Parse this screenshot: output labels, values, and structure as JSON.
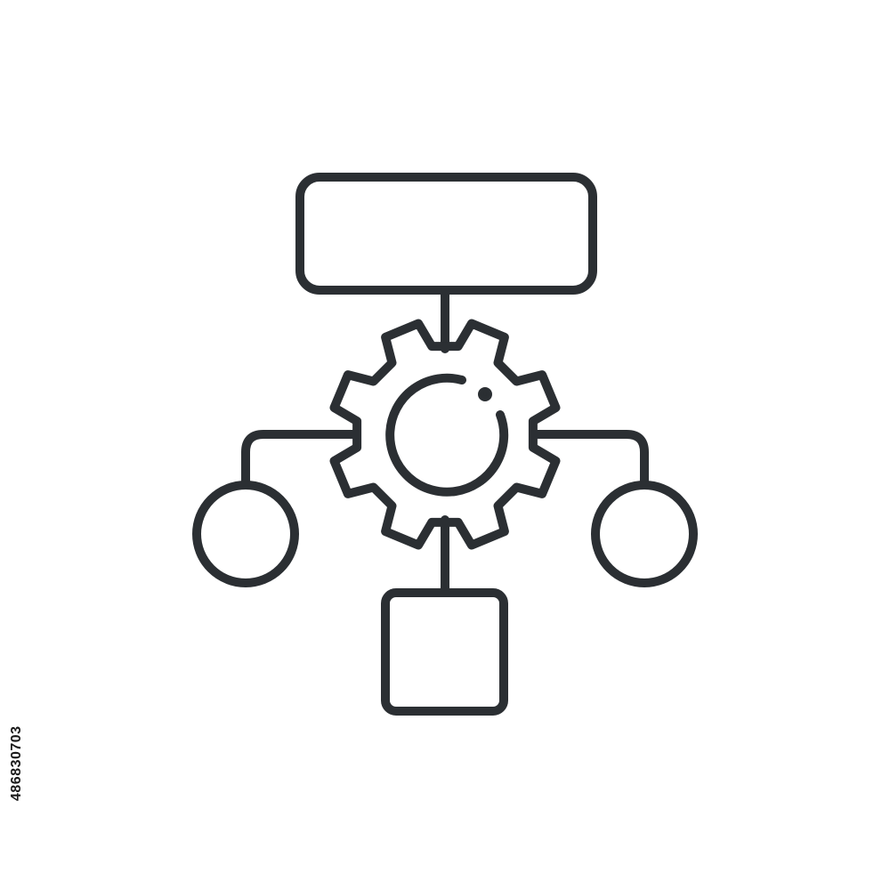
{
  "figure": {
    "stroke_color": "#2b2f33",
    "background_color": "#ffffff",
    "nodes": [
      {
        "name": "top-rectangle",
        "shape": "rounded-rectangle"
      },
      {
        "name": "center-gear",
        "shape": "gear-icon"
      },
      {
        "name": "left-circle",
        "shape": "circle"
      },
      {
        "name": "right-circle",
        "shape": "circle"
      },
      {
        "name": "bottom-square",
        "shape": "rounded-square"
      }
    ],
    "edges": [
      {
        "from": "top-rectangle",
        "to": "center-gear"
      },
      {
        "from": "center-gear",
        "to": "left-circle"
      },
      {
        "from": "center-gear",
        "to": "right-circle"
      },
      {
        "from": "center-gear",
        "to": "bottom-square"
      }
    ]
  },
  "watermark": {
    "stock_id": "486830703"
  }
}
